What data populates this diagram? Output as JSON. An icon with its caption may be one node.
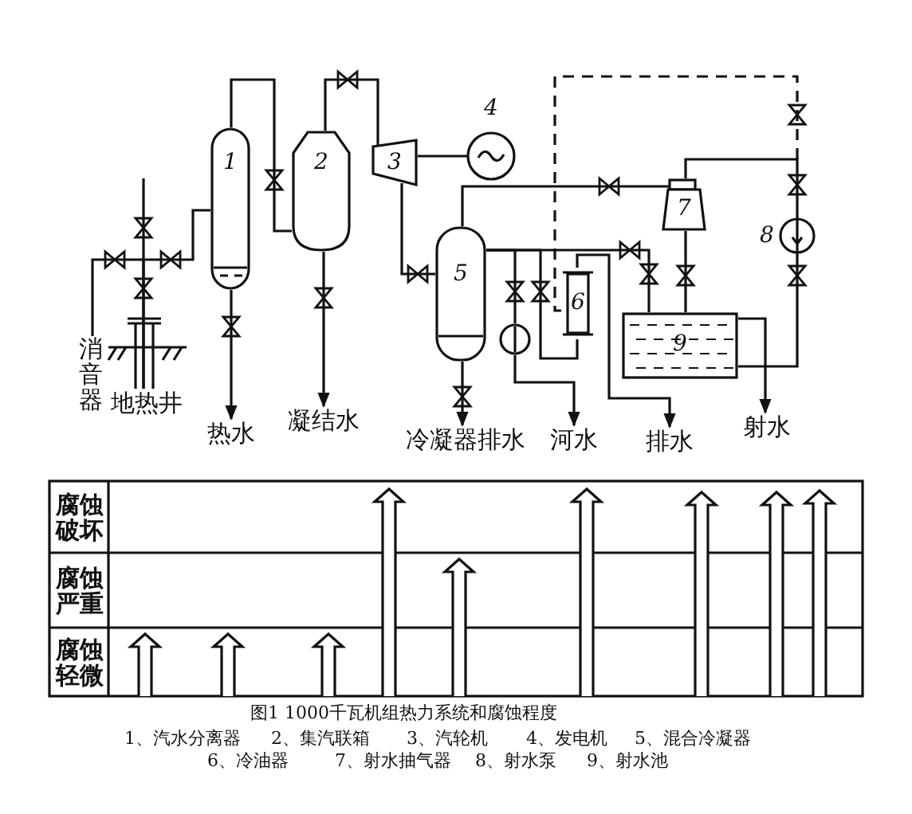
{
  "diagram": {
    "caption": "图1 1000千瓦机组热力系统和腐蚀程度",
    "nodes": [
      {
        "text": [
          "消音器"
        ]
      },
      {
        "text": [
          "地热井"
        ]
      },
      {
        "text": [
          "1"
        ]
      },
      {
        "text": [
          "2"
        ]
      },
      {
        "text": [
          "3"
        ]
      },
      {
        "text": [
          "4"
        ]
      },
      {
        "text": [
          "5"
        ]
      },
      {
        "text": [
          "6"
        ]
      },
      {
        "text": [
          "7"
        ]
      },
      {
        "text": [
          "8"
        ]
      },
      {
        "text": [
          "9"
        ]
      },
      {
        "text": [
          "热水"
        ]
      },
      {
        "text": [
          "凝结水"
        ]
      },
      {
        "text": [
          "冷凝器排水"
        ]
      },
      {
        "text": [
          "河水"
        ]
      },
      {
        "text": [
          "排水"
        ]
      },
      {
        "text": [
          "射水"
        ]
      },
      {
        "text": [],
        "shape": "circle"
      }
    ],
    "edges": [
      {
        "from": 1,
        "to": 2,
        "arrow": "none"
      },
      {
        "from": 1,
        "to": 0,
        "arrow": "none"
      },
      {
        "from": 2,
        "to": 3,
        "arrow": "none"
      },
      {
        "from": 2,
        "to": 11,
        "arrow": "to"
      },
      {
        "from": 3,
        "to": 4,
        "arrow": "none"
      },
      {
        "from": 3,
        "to": 12,
        "arrow": "to"
      },
      {
        "from": 4,
        "to": 5,
        "arrow": "none"
      },
      {
        "from": 4,
        "to": 6,
        "arrow": "none"
      },
      {
        "from": 6,
        "to": 13,
        "arrow": "to"
      },
      {
        "from": 6,
        "to": 8,
        "arrow": "none"
      },
      {
        "from": 8,
        "to": 10,
        "arrow": "none"
      },
      {
        "from": 9,
        "to": 8,
        "arrow": "none"
      },
      {
        "from": 10,
        "to": 9,
        "arrow": "none"
      },
      {
        "from": 6,
        "to": 10,
        "arrow": "none"
      },
      {
        "from": 10,
        "to": 16,
        "arrow": "to"
      },
      {
        "from": 9,
        "to": 7,
        "arrow": "none",
        "style": "dashed"
      },
      {
        "from": 17,
        "to": 14,
        "arrow": "to"
      },
      {
        "from": 6,
        "to": 17,
        "arrow": "none"
      },
      {
        "from": 7,
        "to": 15,
        "arrow": "to"
      },
      {
        "from": 6,
        "to": 7,
        "arrow": "none"
      }
    ],
    "labels": [
      "腐蚀破坏",
      "腐蚀严重",
      "腐蚀轻微",
      "1、汽水分离器",
      "2、集汽联箱",
      "3、汽轮机",
      "4、发电机",
      "5、混合冷凝器",
      "6、冷油器",
      "7、射水抽气器",
      "8、射水泵",
      "9、射水池"
    ]
  }
}
